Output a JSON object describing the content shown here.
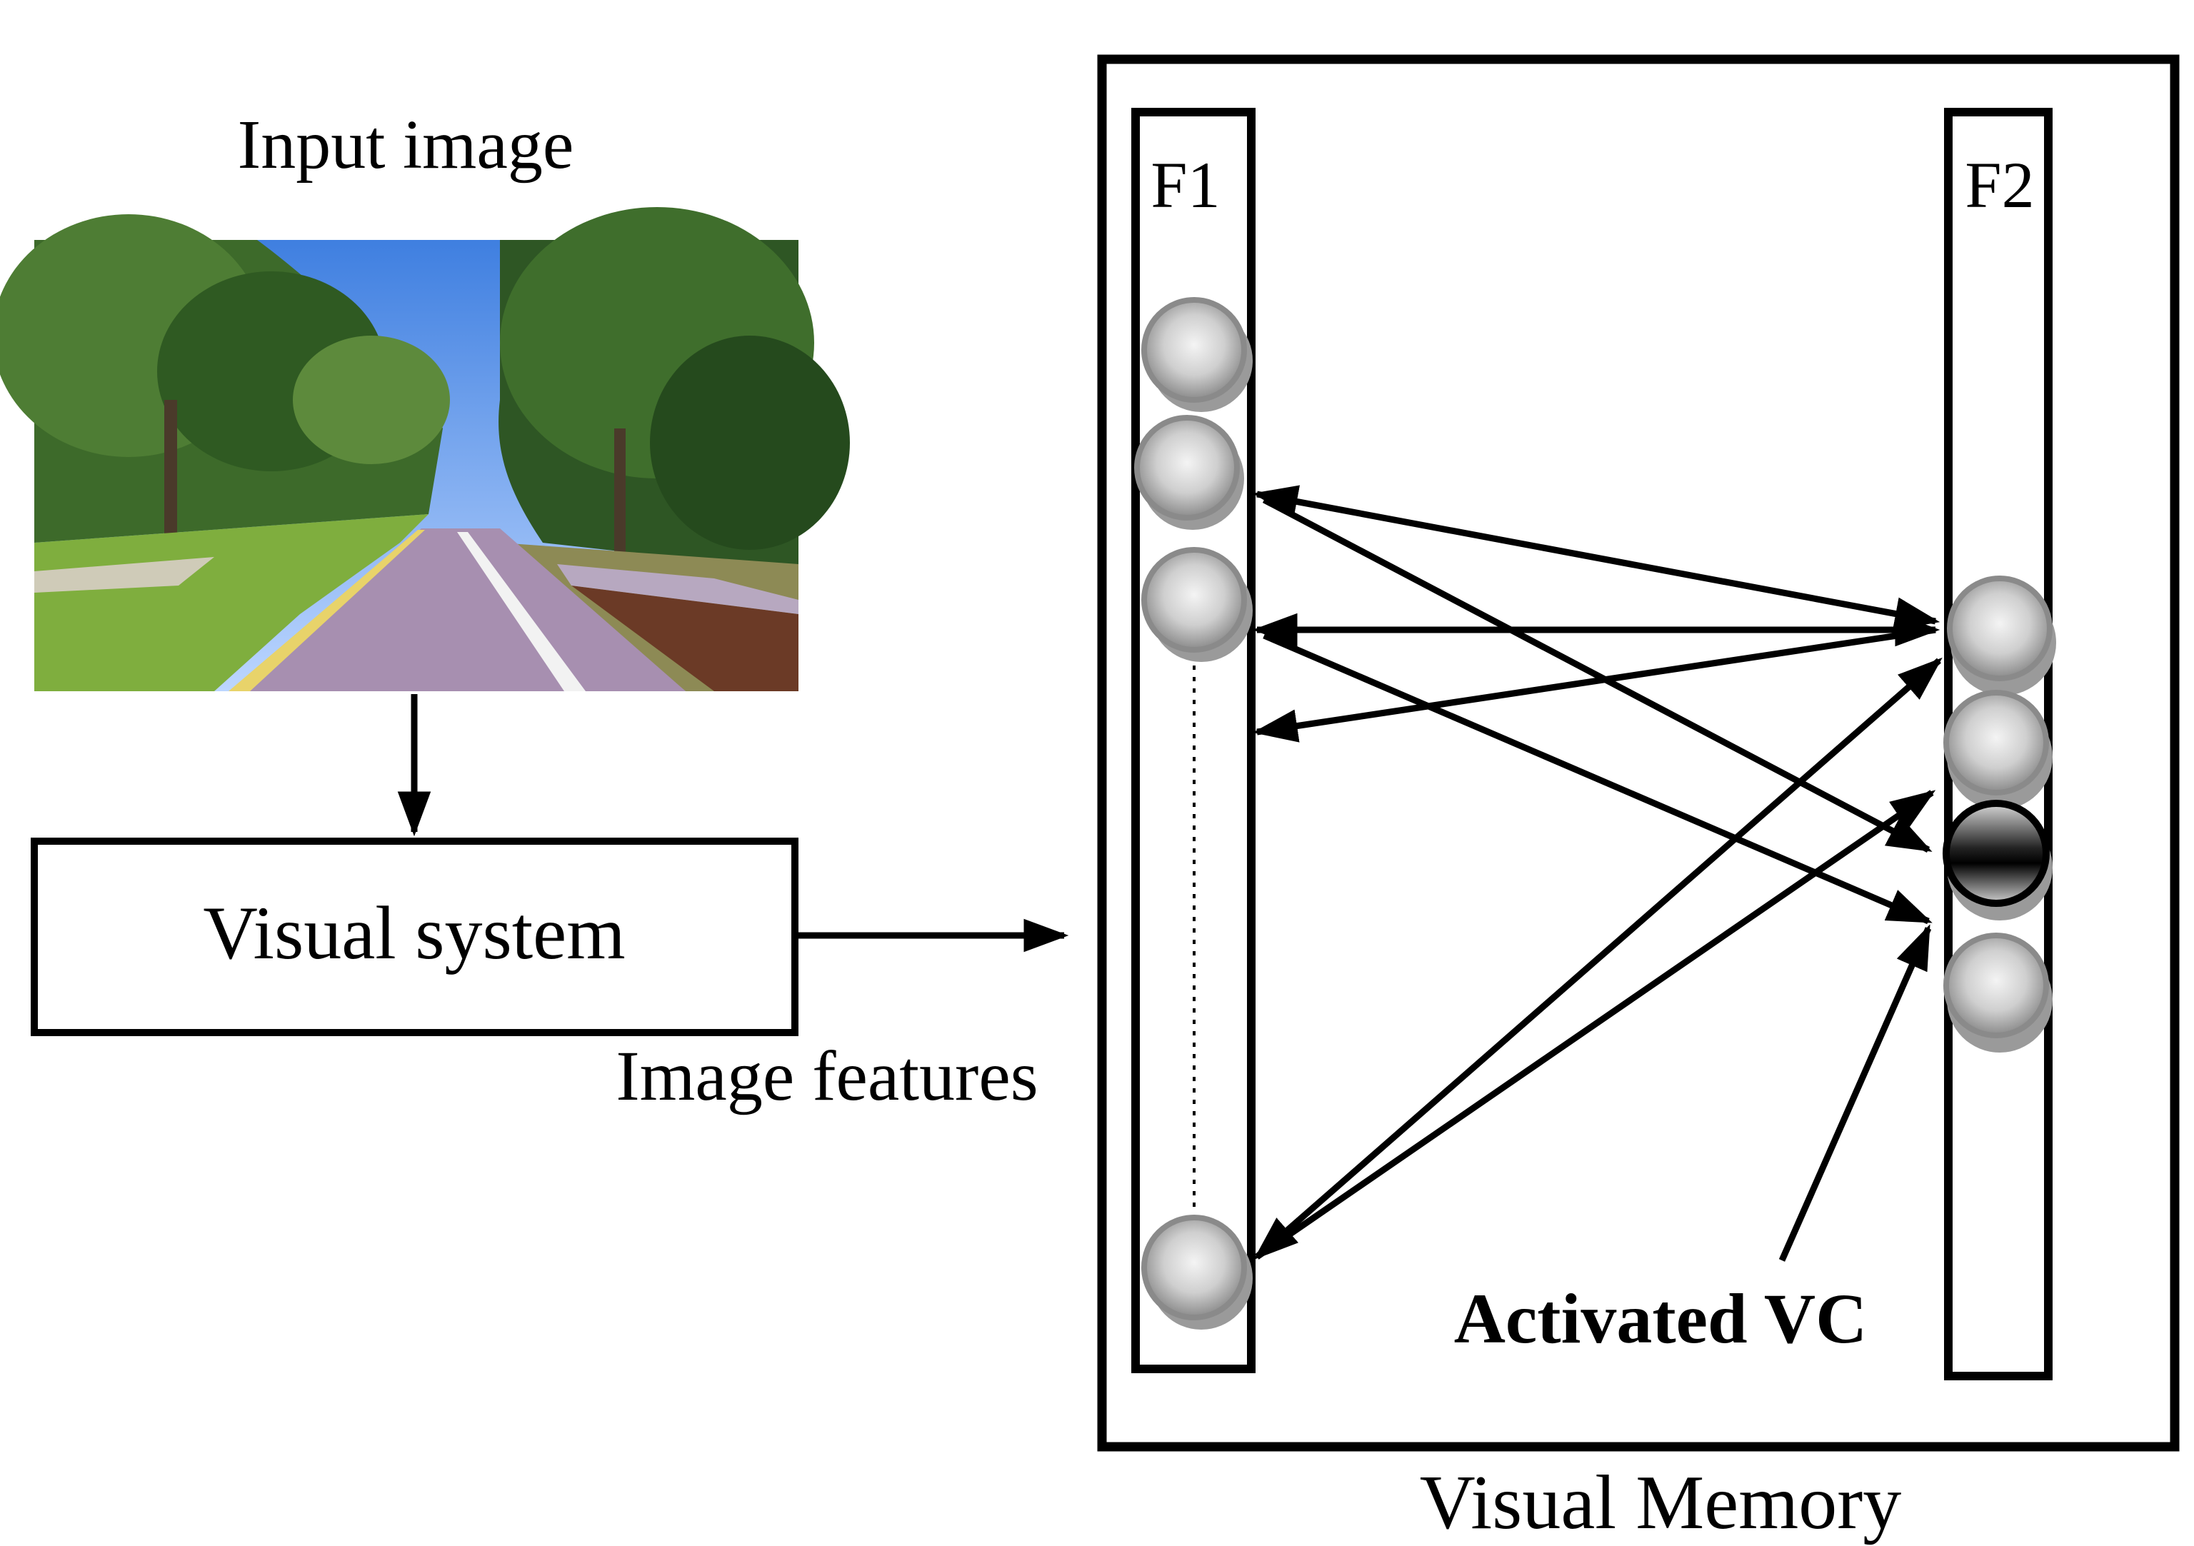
{
  "input_image": {
    "label": "Input image"
  },
  "visual_system": {
    "label": "Visual system"
  },
  "image_features": {
    "label": "Image features"
  },
  "memory": {
    "label": "Visual Memory",
    "f1_label": "F1",
    "f2_label": "F2",
    "activated_label": "Activated VC"
  },
  "icons": {
    "photo": "road-photo-icon",
    "node": "neuron-node-icon",
    "active_node": "activated-node-icon"
  }
}
